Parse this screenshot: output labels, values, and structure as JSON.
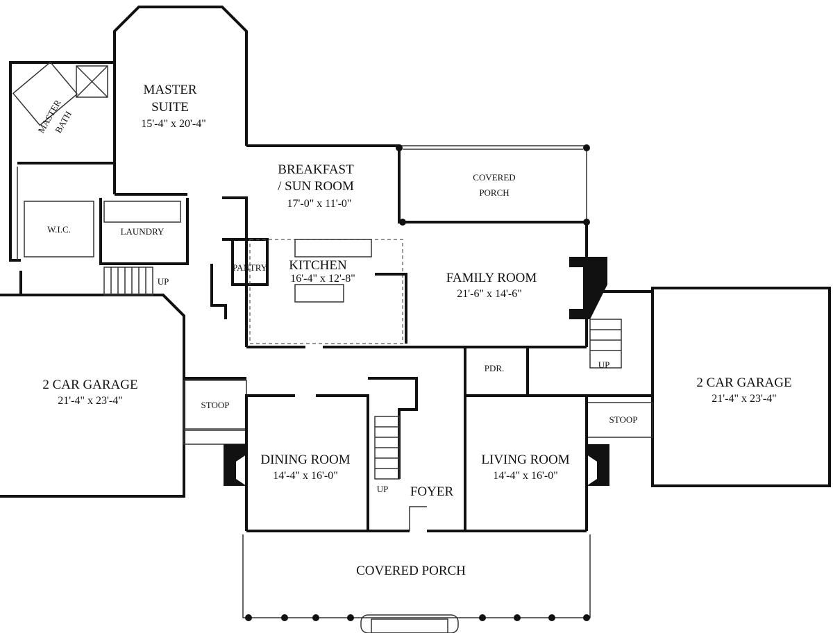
{
  "rooms": {
    "master_suite": {
      "name_line1": "MASTER",
      "name_line2": "SUITE",
      "size": "15'-4\" x 20'-4\""
    },
    "master_bath": {
      "name_line1": "MASTER",
      "name_line2": "BATH"
    },
    "wic": {
      "name": "W.I.C."
    },
    "laundry": {
      "name": "LAUNDRY"
    },
    "laundry_stair": {
      "label": "UP"
    },
    "breakfast": {
      "name_line1": "BREAKFAST",
      "name_line2": "/ SUN ROOM",
      "size": "17'-0\" x 11'-0\""
    },
    "covered_porch_rear": {
      "name_line1": "COVERED",
      "name_line2": "PORCH"
    },
    "pantry": {
      "name": "PANTRY"
    },
    "kitchen": {
      "name": "KITCHEN",
      "size": "16'-4\" x 12'-8\""
    },
    "family_room": {
      "name": "FAMILY ROOM",
      "size": "21'-6\" x 14'-6\""
    },
    "garage_left": {
      "name": "2 CAR GARAGE",
      "size": "21'-4\" x 23'-4\""
    },
    "garage_right": {
      "name": "2 CAR GARAGE",
      "size": "21'-4\" x 23'-4\""
    },
    "stoop_left": {
      "name": "STOOP"
    },
    "stoop_right": {
      "name": "STOOP"
    },
    "powder": {
      "name": "PDR."
    },
    "right_stair": {
      "label": "UP"
    },
    "dining_room": {
      "name": "DINING ROOM",
      "size": "14'-4\" x 16'-0\""
    },
    "living_room": {
      "name": "LIVING ROOM",
      "size": "14'-4\" x 16'-0\""
    },
    "foyer": {
      "name": "FOYER"
    },
    "foyer_stair": {
      "label": "UP"
    },
    "covered_porch_front": {
      "name": "COVERED PORCH"
    }
  }
}
